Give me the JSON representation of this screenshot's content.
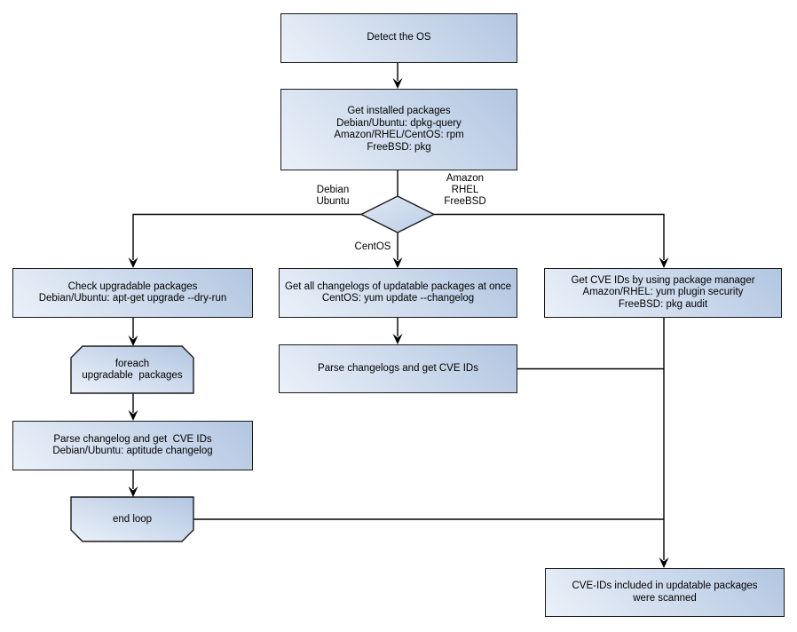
{
  "colors": {
    "background": "#ffffff",
    "node_fill_light": "#ebf1f9",
    "node_fill_dark": "#b2c6e1",
    "diamond_fill_light": "#dfe9f4",
    "diamond_fill_dark": "#bbcde6",
    "node_border": "#1a1a1a",
    "line": "#000000",
    "text": "#000000"
  },
  "nodes": {
    "detect_os": {
      "label": "Detect the OS"
    },
    "get_installed": {
      "label": "Get installed packages\nDebian/Ubuntu: dpkg-query\nAmazon/RHEL/CentOS: rpm\nFreeBSD: pkg"
    },
    "check_upgradable": {
      "label": "Check upgradable packages\nDebian/Ubuntu: apt-get upgrade --dry-run"
    },
    "get_all_changelogs": {
      "label": "Get all changelogs of updatable packages at once\nCentOS: yum update --changelog"
    },
    "get_cve_pkg_manager": {
      "label": "Get CVE IDs by using package manager\nAmazon/RHEL: yum plugin security\nFreeBSD: pkg audit"
    },
    "foreach_loop": {
      "label": "foreach\nupgradable  packages"
    },
    "parse_changelogs": {
      "label": "Parse changelogs and get CVE IDs"
    },
    "parse_changelog_aptitude": {
      "label": "Parse changelog and get  CVE IDs\nDebian/Ubuntu: aptitude changelog"
    },
    "end_loop": {
      "label": "end loop"
    },
    "scanned": {
      "label": "CVE-IDs included in updatable packages\nwere scanned"
    }
  },
  "edge_labels": {
    "debian_ubuntu": "Debian\nUbuntu",
    "amazon_rhel_freebsd": "Amazon\nRHEL\nFreeBSD",
    "centos": "CentOS"
  }
}
